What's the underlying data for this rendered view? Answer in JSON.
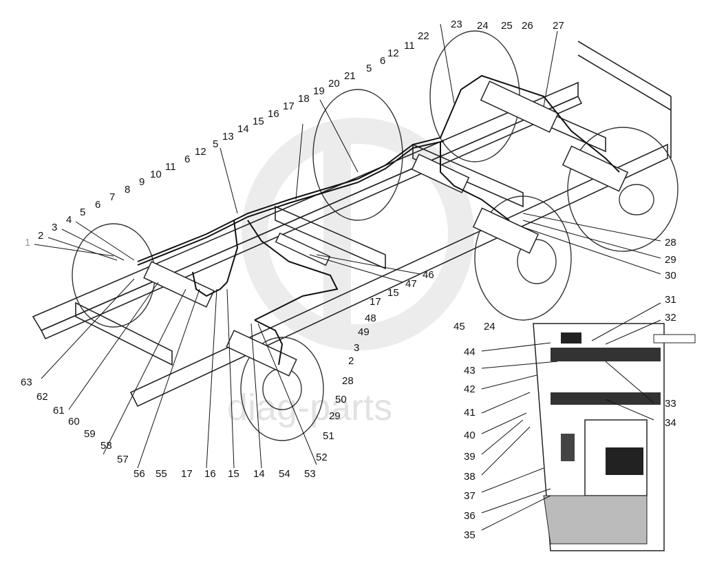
{
  "watermark": {
    "text": "diag-parts"
  },
  "callouts": {
    "top": [
      "1",
      "2",
      "3",
      "4",
      "5",
      "6",
      "7",
      "8",
      "9",
      "10",
      "11",
      "6",
      "12",
      "5",
      "13",
      "14",
      "15",
      "16",
      "17",
      "18",
      "19",
      "20",
      "21",
      "5",
      "6",
      "12",
      "11",
      "22",
      "23",
      "24",
      "25",
      "26",
      "27"
    ],
    "right_main": [
      "28",
      "29",
      "30",
      "46",
      "47",
      "15",
      "17",
      "48",
      "49",
      "3",
      "2",
      "28",
      "50",
      "29",
      "51",
      "52",
      "45",
      "24"
    ],
    "bottom": [
      "63",
      "62",
      "61",
      "60",
      "59",
      "58",
      "57",
      "56",
      "55",
      "17",
      "16",
      "15",
      "14",
      "54",
      "53"
    ],
    "inset": [
      "31",
      "32",
      "33",
      "34",
      "44",
      "43",
      "42",
      "41",
      "40",
      "39",
      "38",
      "37",
      "36",
      "35"
    ]
  }
}
